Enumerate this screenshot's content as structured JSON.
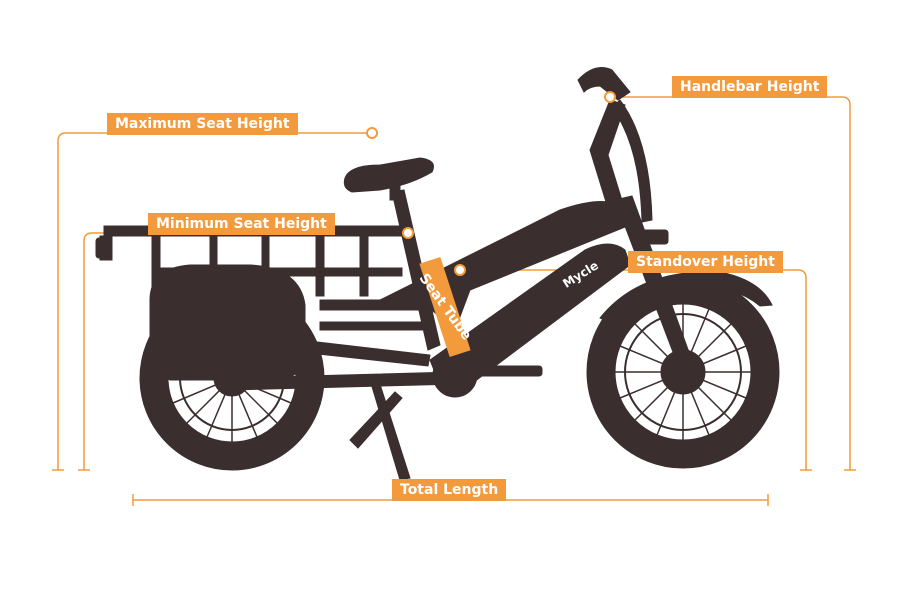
{
  "labels": {
    "max_seat_height": "Maximum Seat Height",
    "min_seat_height": "Minimum Seat Height",
    "handlebar_height": "Handlebar Height",
    "standover_height": "Standover Height",
    "seat_tube": "Seat Tube",
    "total_length": "Total Length"
  },
  "brand": {
    "frame_logo": "Mycle"
  },
  "colors": {
    "accent": "#f39a3c",
    "silhouette": "#3a2e2f",
    "background": "#ffffff"
  },
  "icons": [
    "bike-silhouette",
    "dimension-dot"
  ]
}
